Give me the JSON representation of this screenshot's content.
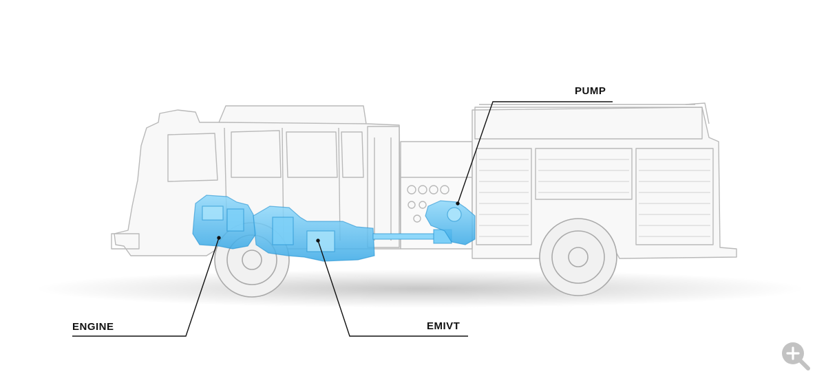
{
  "callouts": [
    {
      "id": "pump",
      "label": "PUMP"
    },
    {
      "id": "engine",
      "label": "ENGINE"
    },
    {
      "id": "emivt",
      "label": "EMIVT"
    }
  ],
  "colors": {
    "drivetrain": "#5cc3f0",
    "drivetrain_dark": "#1e8fd0",
    "body_stroke": "#b9b9b9",
    "leader_line": "#111111",
    "zoom_icon": "#c2c2c2"
  },
  "icons": {
    "zoom": "zoom-in-icon"
  }
}
